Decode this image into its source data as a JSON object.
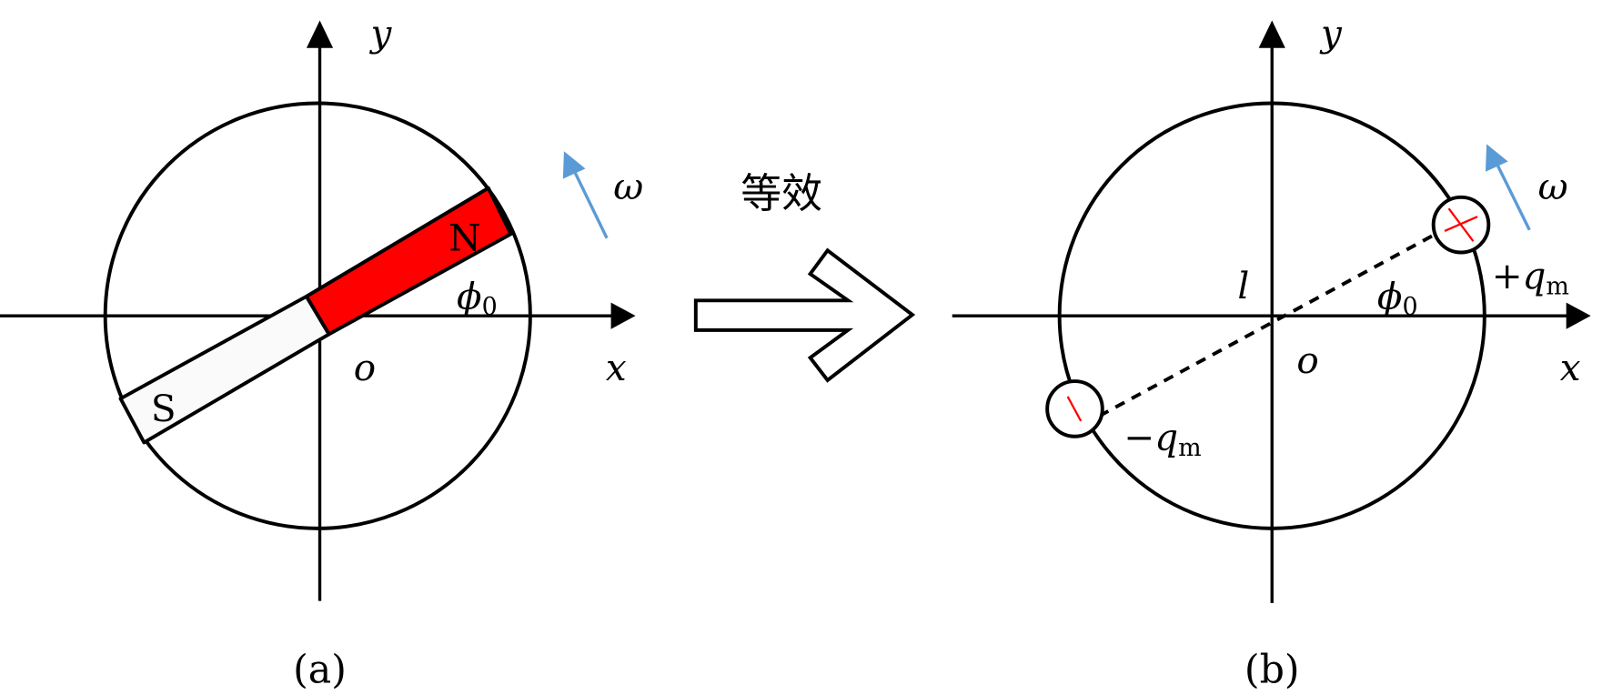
{
  "panel_a": {
    "axis_x": "x",
    "axis_y": "y",
    "origin": "o",
    "omega": "ω",
    "angle": "ϕ",
    "angle_sub": "0",
    "north": "N",
    "south": "S",
    "caption": "(a)"
  },
  "middle": {
    "label": "等效"
  },
  "panel_b": {
    "axis_x": "x",
    "axis_y": "y",
    "origin": "o",
    "omega": "ω",
    "angle": "ϕ",
    "angle_sub": "0",
    "length": "l",
    "plus_charge": "+q",
    "plus_charge_sub": "m",
    "minus_charge": "−q",
    "minus_charge_sub": "m",
    "caption": "(b)"
  },
  "colors": {
    "north": "#ff0000",
    "omega_arrow": "#5b9bd5",
    "charge_mark": "#ff0000"
  }
}
